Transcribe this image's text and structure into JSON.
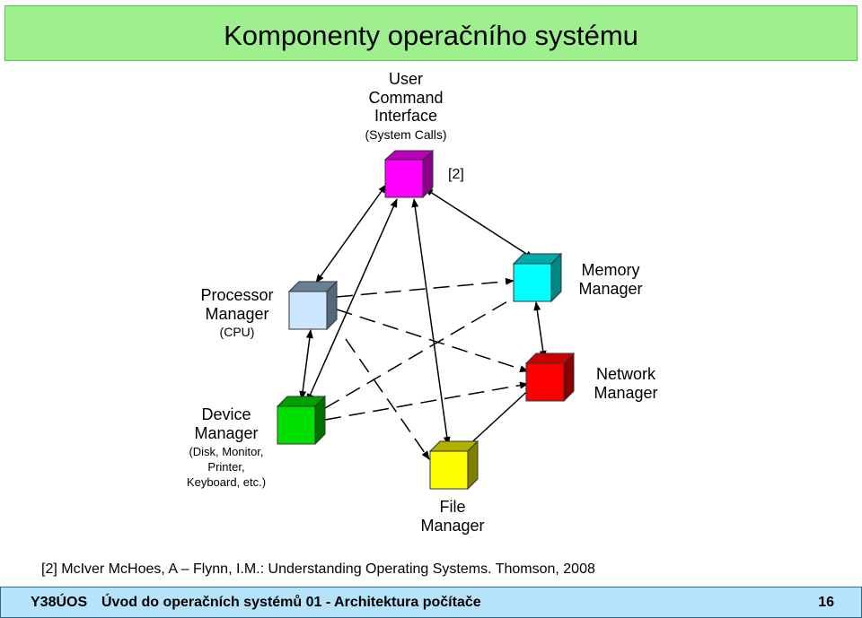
{
  "title": "Komponenty operačního systému",
  "nodes": {
    "user_interface": {
      "lines": [
        "User",
        "Command",
        "Interface"
      ],
      "sub": [
        "(System Calls)"
      ],
      "color": "#ff00ff"
    },
    "processor_manager": {
      "lines": [
        "Processor",
        "Manager"
      ],
      "sub": [
        "(CPU)"
      ],
      "color": "#cce6ff"
    },
    "memory_manager": {
      "lines": [
        "Memory",
        "Manager"
      ],
      "sub": [],
      "color": "#00ffff"
    },
    "device_manager": {
      "lines": [
        "Device",
        "Manager"
      ],
      "sub": [
        "(Disk, Monitor,",
        "Printer,",
        "Keyboard, etc.)"
      ],
      "color": "#00e000"
    },
    "network_manager": {
      "lines": [
        "Network",
        "Manager"
      ],
      "sub": [],
      "color": "#ff0000"
    },
    "file_manager": {
      "lines": [
        "File",
        "Manager"
      ],
      "sub": [],
      "color": "#ffff00"
    }
  },
  "reference_tag": "[2]",
  "citation": "[2] McIver McHoes, A – Flynn, I.M.: Understanding Operating Systems. Thomson, 2008",
  "footer": {
    "code": "Y38ÚOS",
    "course": "Úvod do operačních systémů  01 - Architektura počítače",
    "page": "16"
  }
}
